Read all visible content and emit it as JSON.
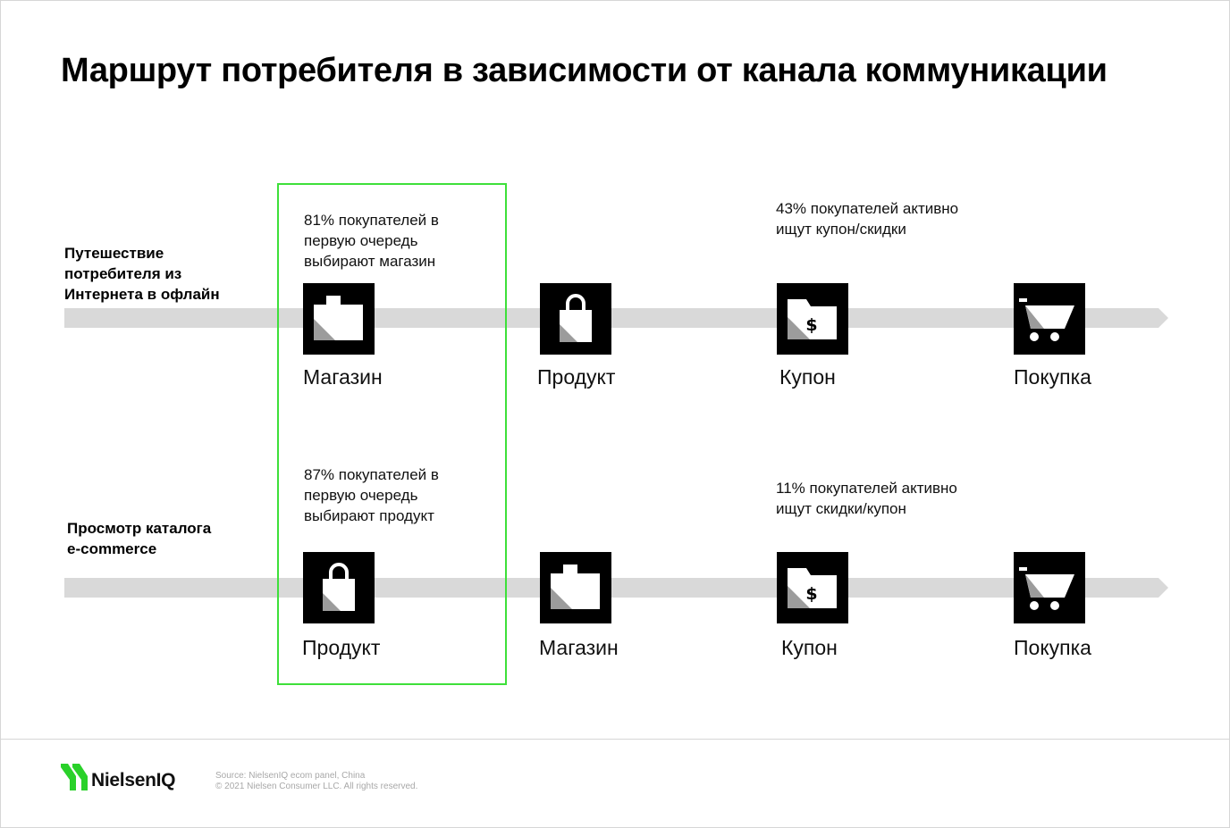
{
  "title": "Маршрут потребителя в зависимости от канала коммуникации",
  "colors": {
    "highlight": "#3ee03a",
    "track": "#d9d9d9",
    "tile": "#000000",
    "brand": "#2ad12a"
  },
  "rows": [
    {
      "label_lines": [
        "Путешествие",
        "потребителя из",
        "Интернета в офлайн"
      ],
      "highlight_note": [
        "81% покупателей в",
        "первую очередь",
        "выбирают магазин"
      ],
      "coupon_note": [
        "43% покупателей активно",
        "ищут купон/скидки"
      ],
      "steps": [
        {
          "icon": "store-icon",
          "label": "Магазин"
        },
        {
          "icon": "shopping-bag-icon",
          "label": "Продукт"
        },
        {
          "icon": "coupon-icon",
          "label": "Купон"
        },
        {
          "icon": "cart-icon",
          "label": "Покупка"
        }
      ]
    },
    {
      "label_lines": [
        "Просмотр каталога",
        "e-commerce"
      ],
      "highlight_note": [
        "87% покупателей в",
        "первую очередь",
        "выбирают продукт"
      ],
      "coupon_note": [
        "11% покупателей активно",
        "ищут скидки/купон"
      ],
      "steps": [
        {
          "icon": "shopping-bag-icon",
          "label": "Продукт"
        },
        {
          "icon": "store-icon",
          "label": "Магазин"
        },
        {
          "icon": "coupon-icon",
          "label": "Купон"
        },
        {
          "icon": "cart-icon",
          "label": "Покупка"
        }
      ]
    }
  ],
  "footer": {
    "logo_text": "NielsenIQ",
    "source": "Source: NielsenIQ ecom panel, China",
    "copyright": "© 2021 Nielsen Consumer LLC. All rights reserved."
  }
}
